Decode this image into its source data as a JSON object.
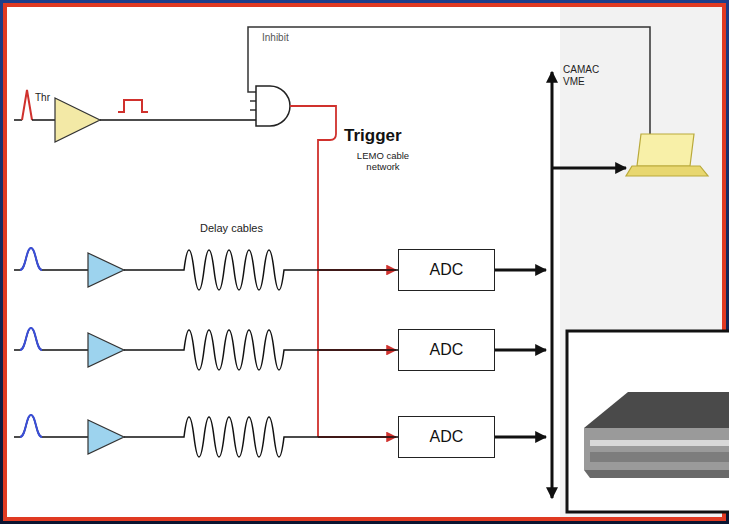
{
  "diagram": {
    "nodes": [
      {
        "text": [
          "ADC"
        ]
      },
      {
        "text": [
          "ADC"
        ]
      },
      {
        "text": [
          "ADC"
        ]
      }
    ],
    "labels": [
      "Thr",
      "Inhibit",
      "Trigger",
      "LEMO cable network",
      "Delay cables",
      "CAMAC VME"
    ]
  }
}
